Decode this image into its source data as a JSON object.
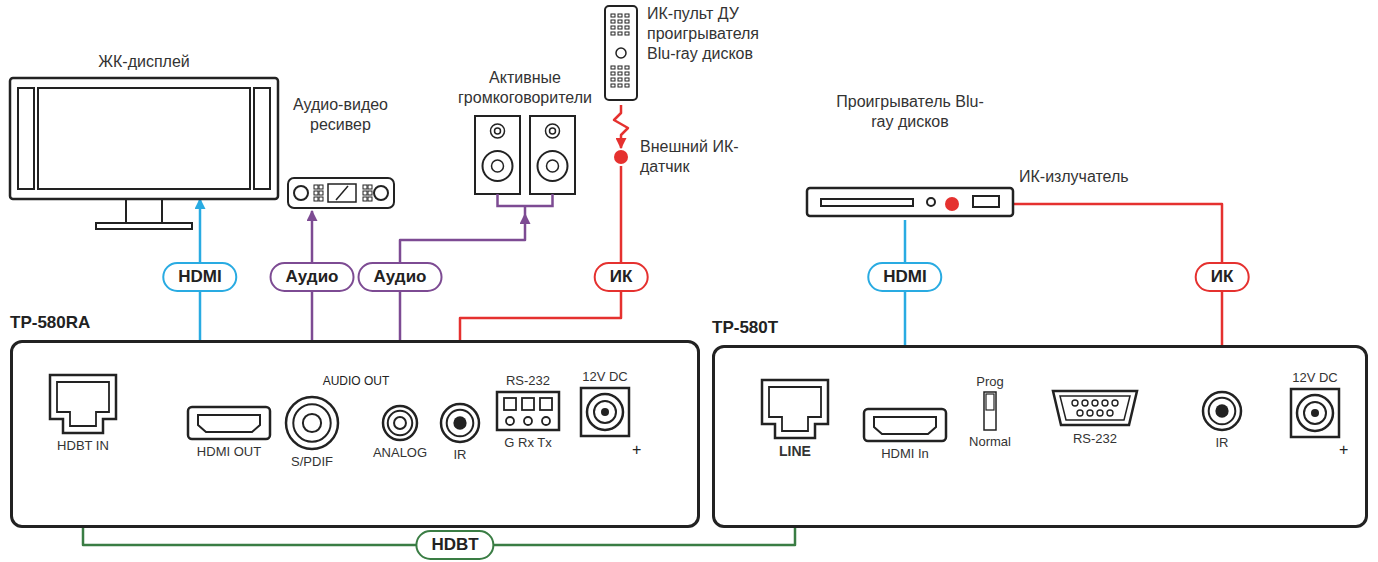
{
  "diagram": {
    "nodes": [
      {
        "text": [
          "ЖК-дисплей"
        ]
      },
      {
        "text": [
          "Аудио-видео ресивер"
        ]
      },
      {
        "text": [
          "Активные громкоговорители"
        ]
      },
      {
        "text": [
          "ИК-пульт ДУ проигрывателя Blu-ray дисков"
        ]
      },
      {
        "text": [
          "Внешний ИК-датчик"
        ]
      },
      {
        "text": [
          "Проигрыватель Blu-ray дисков"
        ]
      },
      {
        "text": [
          "ИК-излучатель"
        ]
      },
      {
        "text": [
          "TP-580RA"
        ]
      },
      {
        "text": [
          "HDBT IN"
        ],
        "in": 7
      },
      {
        "text": [
          "HDMI OUT"
        ],
        "in": 7
      },
      {
        "text": [
          "S/PDIF"
        ],
        "in": 7
      },
      {
        "text": [
          "ANALOG"
        ],
        "in": 7
      },
      {
        "text": [
          "IR"
        ],
        "in": 7
      },
      {
        "text": [
          "RS-232",
          "G Rx Tx"
        ],
        "in": 7
      },
      {
        "text": [
          "12V DC"
        ],
        "in": 7
      },
      {
        "text": [
          "TP-580T"
        ]
      },
      {
        "text": [
          "LINE"
        ],
        "in": 15
      },
      {
        "text": [
          "HDMI In"
        ],
        "in": 15
      },
      {
        "text": [
          "Prog",
          "Normal"
        ],
        "in": 15
      },
      {
        "text": [
          "RS-232"
        ],
        "in": 15
      },
      {
        "text": [
          "IR"
        ],
        "in": 15
      },
      {
        "text": [
          "12V DC"
        ],
        "in": 15
      }
    ],
    "edges": [
      {
        "from": 9,
        "to": 0,
        "label": "HDMI",
        "arrow": "to"
      },
      {
        "from": 10,
        "to": 1,
        "label": "Аудио",
        "arrow": "to"
      },
      {
        "from": 11,
        "to": 2,
        "label": "Аудио",
        "arrow": "to"
      },
      {
        "from": 3,
        "to": 4,
        "arrow": "to"
      },
      {
        "from": 4,
        "to": 12,
        "label": "ИК",
        "arrow": "to"
      },
      {
        "from": 5,
        "to": 17,
        "label": "HDMI",
        "arrow": "to"
      },
      {
        "from": 20,
        "to": 6,
        "label": "ИК",
        "arrow": "to"
      },
      {
        "from": 8,
        "to": 16,
        "label": "HDBT",
        "arrow": "none"
      }
    ],
    "labels": [
      "AUDIO OUT",
      "+",
      "+"
    ]
  }
}
